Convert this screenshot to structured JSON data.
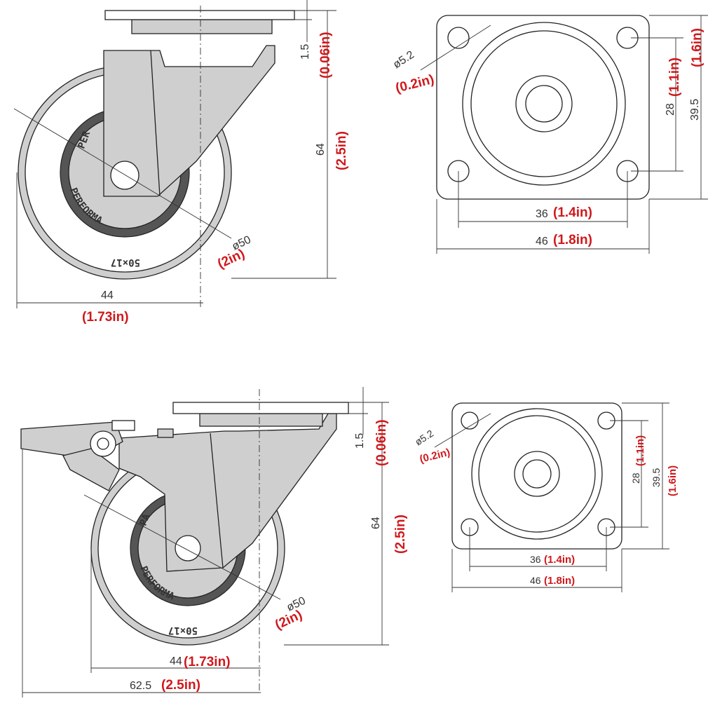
{
  "top_side": {
    "plate_thickness": "1.5",
    "plate_thickness_in": "(0.06in)",
    "height": "64",
    "height_in": "(2.5in)",
    "wheel_dia": "ø50",
    "wheel_dia_in": "(2in)",
    "width": "44",
    "width_in": "(1.73in)",
    "tire_brand": "PERFORMA",
    "tire_size": "50×17"
  },
  "top_plate": {
    "hole_dia": "ø5.2",
    "hole_dia_in": "(0.2in)",
    "hole_v": "28",
    "hole_v_in": "(1.1in)",
    "plate_v": "39.5",
    "plate_v_in": "(1.6in)",
    "hole_h": "36",
    "hole_h_in": "(1.4in)",
    "plate_h": "46",
    "plate_h_in": "(1.8in)"
  },
  "bottom_side": {
    "plate_thickness": "1.5",
    "plate_thickness_in": "(0.06in)",
    "height": "64",
    "height_in": "(2.5in)",
    "wheel_dia": "ø50",
    "wheel_dia_in": "(2in)",
    "width": "44",
    "width_in": "(1.73in)",
    "overall": "62.5",
    "overall_in": "(2.5in)",
    "tire_brand": "PERFORMA",
    "tire_size": "50×17"
  },
  "bottom_plate": {
    "hole_dia": "ø5.2",
    "hole_dia_in": "(0.2in)",
    "hole_v": "28",
    "hole_v_in": "(1.1in)",
    "plate_v": "39.5",
    "plate_v_in": "(1.6in)",
    "hole_h": "36",
    "hole_h_in": "(1.4in)",
    "plate_h": "46",
    "plate_h_in": "(1.8in)"
  }
}
